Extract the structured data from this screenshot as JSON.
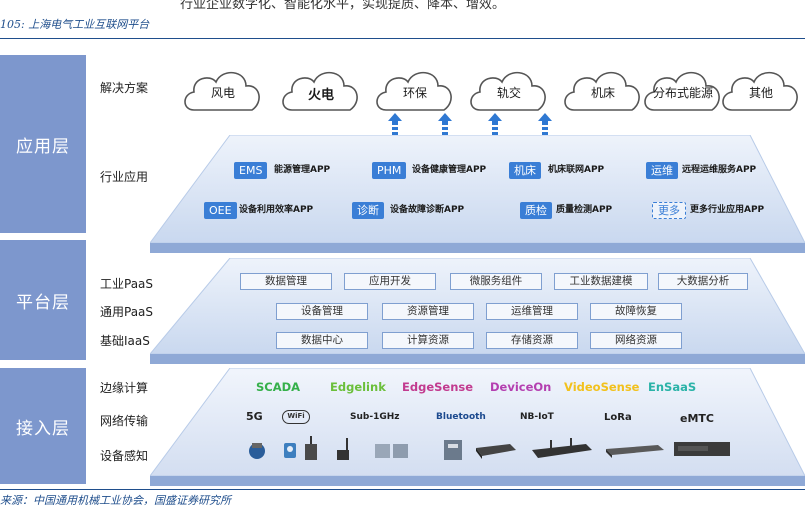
{
  "top_text": "行业企业数字化、智能化水平，实现提质、降本、增效。",
  "caption": "105: 上海电气工业互联网平台",
  "source": "来源：中国通用机械工业协会，国盛证券研究所",
  "layers": {
    "application": "应用层",
    "platform": "平台层",
    "access": "接入层"
  },
  "row_labels": {
    "solutions": "解决方案",
    "industry_apps": "行业应用",
    "industrial_paas": "工业PaaS",
    "general_paas": "通用PaaS",
    "basic_iaas": "基础IaaS",
    "edge_computing": "边缘计算",
    "network": "网络传输",
    "device_sensing": "设备感知"
  },
  "solutions": [
    "风电",
    "火电",
    "环保",
    "轨交",
    "机床",
    "分布式能源",
    "其他"
  ],
  "apps": [
    {
      "tag": "EMS",
      "text": "能源管理APP"
    },
    {
      "tag": "PHM",
      "text": "设备健康管理APP"
    },
    {
      "tag": "机床",
      "text": "机床联网APP"
    },
    {
      "tag": "运维",
      "text": "远程运维服务APP"
    },
    {
      "tag": "OEE",
      "text": "设备利用效率APP"
    },
    {
      "tag": "诊断",
      "text": "设备故障诊断APP"
    },
    {
      "tag": "质检",
      "text": "质量检测APP"
    },
    {
      "tag": "更多",
      "text": "更多行业应用APP"
    }
  ],
  "industrial_paas": [
    "数据管理",
    "应用开发",
    "微服务组件",
    "工业数据建模",
    "大数据分析"
  ],
  "general_paas": [
    "设备管理",
    "资源管理",
    "运维管理",
    "故障恢复"
  ],
  "basic_iaas": [
    "数据中心",
    "计算资源",
    "存储资源",
    "网络资源"
  ],
  "edge": [
    {
      "text": "SCADA",
      "color": "#35b04a"
    },
    {
      "text": "Edgelink",
      "color": "#6bbf3a"
    },
    {
      "text": "EdgeSense",
      "color": "#c23b8f"
    },
    {
      "text": "DeviceOn",
      "color": "#b43fb0"
    },
    {
      "text": "VideoSense",
      "color": "#f2c11c"
    },
    {
      "text": "EnSaaS",
      "color": "#2bb3a8"
    }
  ],
  "network": [
    "5G",
    "WiFi",
    "Sub-1GHz",
    "Bluetooth",
    "NB-IoT",
    "LoRa",
    "eMTC"
  ],
  "colors": {
    "layer_block": "#7d97cd",
    "deck_top": "#d9e4f4",
    "deck_front": "#8fa9d6",
    "tag_blue": "#3a7ed6"
  }
}
